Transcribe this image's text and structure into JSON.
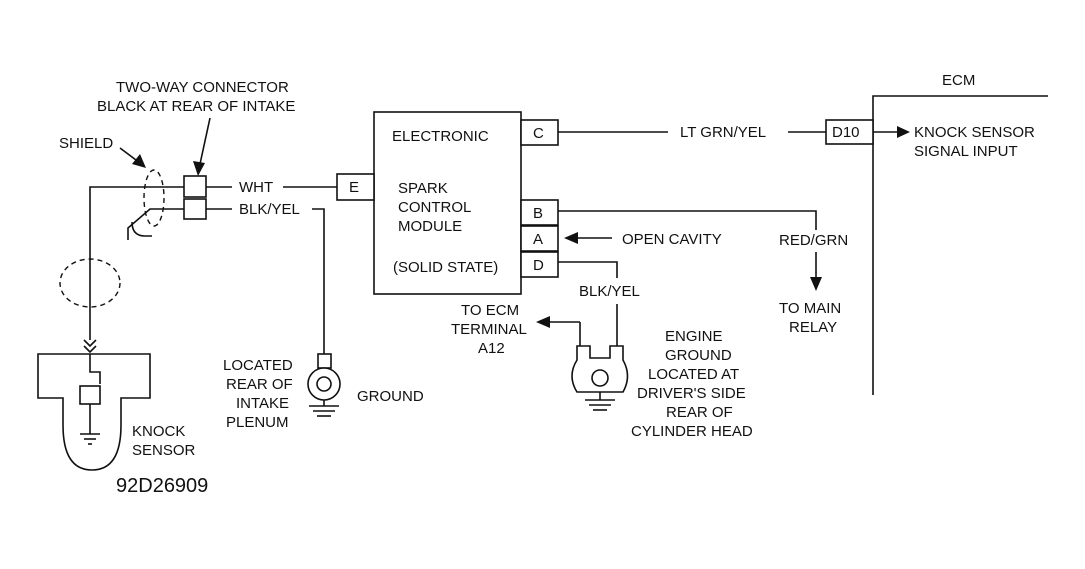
{
  "connector": {
    "line1": "TWO-WAY CONNECTOR",
    "line2": "BLACK AT REAR OF INTAKE"
  },
  "shield_label": "SHIELD",
  "wires": {
    "wht": "WHT",
    "blk_yel_left": "BLK/YEL",
    "lt_grn_yel": "LT GRN/YEL",
    "red_grn": "RED/GRN",
    "blk_yel_right": "BLK/YEL"
  },
  "module": {
    "line1": "ELECTRONIC",
    "line2": "SPARK",
    "line3": "CONTROL",
    "line4": "MODULE",
    "line5": "(SOLID STATE)",
    "terminals": {
      "c": "C",
      "e": "E",
      "b": "B",
      "a": "A",
      "d": "D"
    }
  },
  "open_cavity": "OPEN CAVITY",
  "ecm": {
    "title": "ECM",
    "terminal": "D10",
    "signal_line1": "KNOCK SENSOR",
    "signal_line2": "SIGNAL INPUT"
  },
  "main_relay": {
    "line1": "TO MAIN",
    "line2": "RELAY"
  },
  "ecm_terminal": {
    "line1": "TO ECM",
    "line2": "TERMINAL",
    "line3": "A12"
  },
  "engine_ground": {
    "line1": "ENGINE",
    "line2": "GROUND",
    "line3": "LOCATED AT",
    "line4": "DRIVER'S SIDE",
    "line5": "REAR OF",
    "line6": "CYLINDER HEAD"
  },
  "intake_ground": {
    "line1": "LOCATED",
    "line2": "REAR OF",
    "line3": "INTAKE",
    "line4": "PLENUM",
    "ground": "GROUND"
  },
  "knock_sensor": {
    "line1": "KNOCK",
    "line2": "SENSOR"
  },
  "figure_code": "92D26909"
}
